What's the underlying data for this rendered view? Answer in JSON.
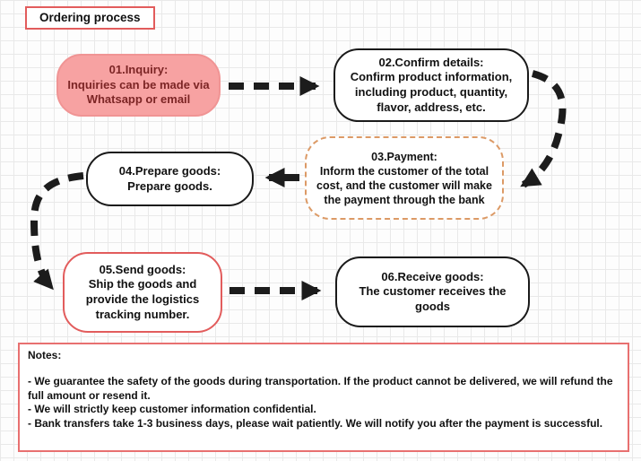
{
  "page": {
    "title": "Ordering process"
  },
  "nodes": [
    {
      "title": "01.Inquiry:",
      "body": "Inquiries can be made via Whatsapp or email"
    },
    {
      "title": "02.Confirm details:",
      "body": "Confirm product information, including product, quantity, flavor, address, etc."
    },
    {
      "title": "03.Payment:",
      "body": "Inform the customer of the total cost, and the customer will make the payment through the bank"
    },
    {
      "title": "04.Prepare goods:",
      "body": "Prepare goods."
    },
    {
      "title": "05.Send goods:",
      "body": "Ship the goods and provide the logistics tracking number."
    },
    {
      "title": "06.Receive goods:",
      "body": "The customer receives the goods"
    }
  ],
  "edges": [
    {
      "from": "01.Inquiry",
      "to": "02.Confirm details"
    },
    {
      "from": "02.Confirm details",
      "to": "03.Payment"
    },
    {
      "from": "03.Payment",
      "to": "04.Prepare goods"
    },
    {
      "from": "04.Prepare goods",
      "to": "05.Send goods"
    },
    {
      "from": "05.Send goods",
      "to": "06.Receive goods"
    }
  ],
  "notes": {
    "heading": "Notes:",
    "items": [
      "- We guarantee the safety of the goods during transportation. If the product cannot be delivered, we will refund the full amount or resend it.",
      "- We will strictly keep customer information confidential.",
      "- Bank transfers take 1-3 business days, please wait patiently. We will notify you after the payment is successful."
    ]
  },
  "colors": {
    "inquiry_fill": "#f7a2a2",
    "inquiry_text": "#7c2525",
    "accent_red": "#e25c5c",
    "payment_dash_border": "#dc9a66",
    "arrow": "#1c1c1c",
    "grid_line": "#e9e9e9"
  }
}
